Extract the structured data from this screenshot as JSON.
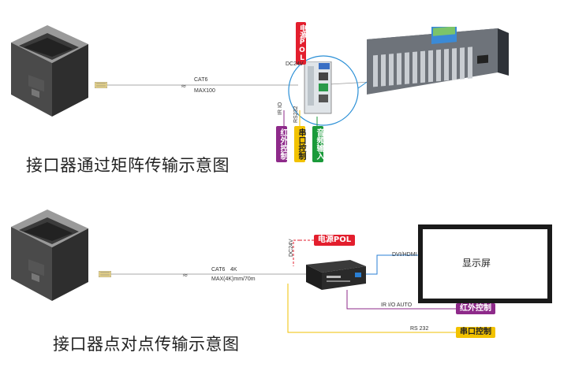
{
  "diagram1": {
    "caption": "接口器通过矩阵传输示意图",
    "cable_type": "CAT6",
    "cable_max": "MAX100",
    "power_label": "电源POL",
    "dc_label": "DC24V",
    "ir_label": "IR IO",
    "rs_label": "RS232",
    "ir_control": "红外控制",
    "serial_control": "串口控制",
    "audio_input": "音频输入",
    "colors": {
      "red": "#e31e2d",
      "purple": "#8e2a8a",
      "yellow": "#f2c200",
      "green": "#1a9a3a"
    }
  },
  "diagram2": {
    "caption": "接口器点对点传输示意图",
    "cable_type": "CAT6",
    "cable_res": "4K",
    "cable_max": "MAX(4K)mm/70m",
    "power_label": "电源POL",
    "dc_label": "DC24V",
    "dvi_label": "DVI/HDMI",
    "screen_label": "显示屏",
    "ir_auto_label": "IR I/O AUTO",
    "rs_label": "RS 232",
    "ir_control": "红外控制",
    "serial_control": "串口控制",
    "colors": {
      "red": "#e31e2d",
      "purple": "#8e2a8a",
      "yellow": "#f2c200",
      "blue": "#2a7fd4"
    }
  }
}
